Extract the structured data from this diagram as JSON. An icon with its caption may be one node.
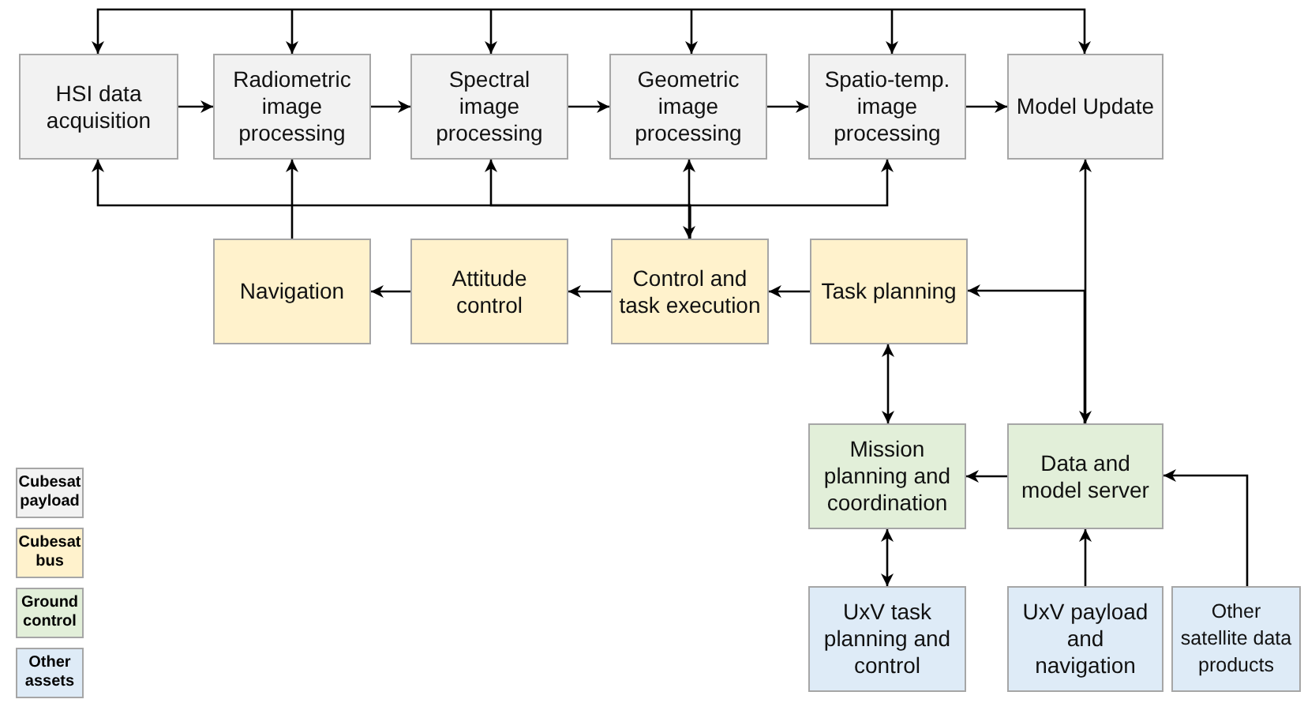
{
  "diagram": {
    "nodes": [
      {
        "text": [
          "HSI data acquisition"
        ]
      },
      {
        "text": [
          "Radiometric image processing"
        ]
      },
      {
        "text": [
          "Spectral image processing"
        ]
      },
      {
        "text": [
          "Geometric image processing"
        ]
      },
      {
        "text": [
          "Spatio-temp. image processing"
        ]
      },
      {
        "text": [
          "Model Update"
        ]
      },
      {
        "text": [
          "Navigation"
        ]
      },
      {
        "text": [
          "Attitude control"
        ]
      },
      {
        "text": [
          "Control and task execution"
        ]
      },
      {
        "text": [
          "Task planning"
        ]
      },
      {
        "text": [
          "Mission planning and coordination"
        ]
      },
      {
        "text": [
          "Data and model server"
        ]
      },
      {
        "text": [
          "UxV task planning and control"
        ]
      },
      {
        "text": [
          "UxV payload and navigation"
        ]
      },
      {
        "text": [
          "Other satellite data products"
        ]
      }
    ],
    "edges": [
      {
        "from": 0,
        "to": 1,
        "arrow": "to"
      },
      {
        "from": 1,
        "to": 2,
        "arrow": "to"
      },
      {
        "from": 2,
        "to": 3,
        "arrow": "to"
      },
      {
        "from": 3,
        "to": 4,
        "arrow": "to"
      },
      {
        "from": 4,
        "to": 5,
        "arrow": "to"
      },
      {
        "from": null,
        "to": 0,
        "arrow": "to"
      },
      {
        "from": null,
        "to": 1,
        "arrow": "to"
      },
      {
        "from": null,
        "to": 2,
        "arrow": "to"
      },
      {
        "from": null,
        "to": 3,
        "arrow": "to"
      },
      {
        "from": null,
        "to": 4,
        "arrow": "to"
      },
      {
        "from": null,
        "to": 5,
        "arrow": "to"
      },
      {
        "from": 8,
        "to": 0,
        "arrow": "to"
      },
      {
        "from": 8,
        "to": 2,
        "arrow": "to"
      },
      {
        "from": 8,
        "to": 4,
        "arrow": "to"
      },
      {
        "from": 8,
        "to": 3,
        "arrow": "both"
      },
      {
        "from": 6,
        "to": 1,
        "arrow": "to"
      },
      {
        "from": 9,
        "to": 8,
        "arrow": "to"
      },
      {
        "from": 8,
        "to": 7,
        "arrow": "to"
      },
      {
        "from": 7,
        "to": 6,
        "arrow": "to"
      },
      {
        "from": 11,
        "to": 5,
        "arrow": "both"
      },
      {
        "from": 11,
        "to": 9,
        "arrow": "to"
      },
      {
        "from": 9,
        "to": 10,
        "arrow": "both"
      },
      {
        "from": 11,
        "to": 10,
        "arrow": "to"
      },
      {
        "from": 10,
        "to": 12,
        "arrow": "both"
      },
      {
        "from": 13,
        "to": 11,
        "arrow": "to"
      },
      {
        "from": 14,
        "to": 11,
        "arrow": "to"
      }
    ],
    "legend": [
      {
        "text": "Cubesat payload",
        "color": "#f2f2f2"
      },
      {
        "text": "Cubesat bus",
        "color": "#fff2cc"
      },
      {
        "text": "Ground control",
        "color": "#e2efd9"
      },
      {
        "text": "Other assets",
        "color": "#deebf7"
      }
    ]
  }
}
